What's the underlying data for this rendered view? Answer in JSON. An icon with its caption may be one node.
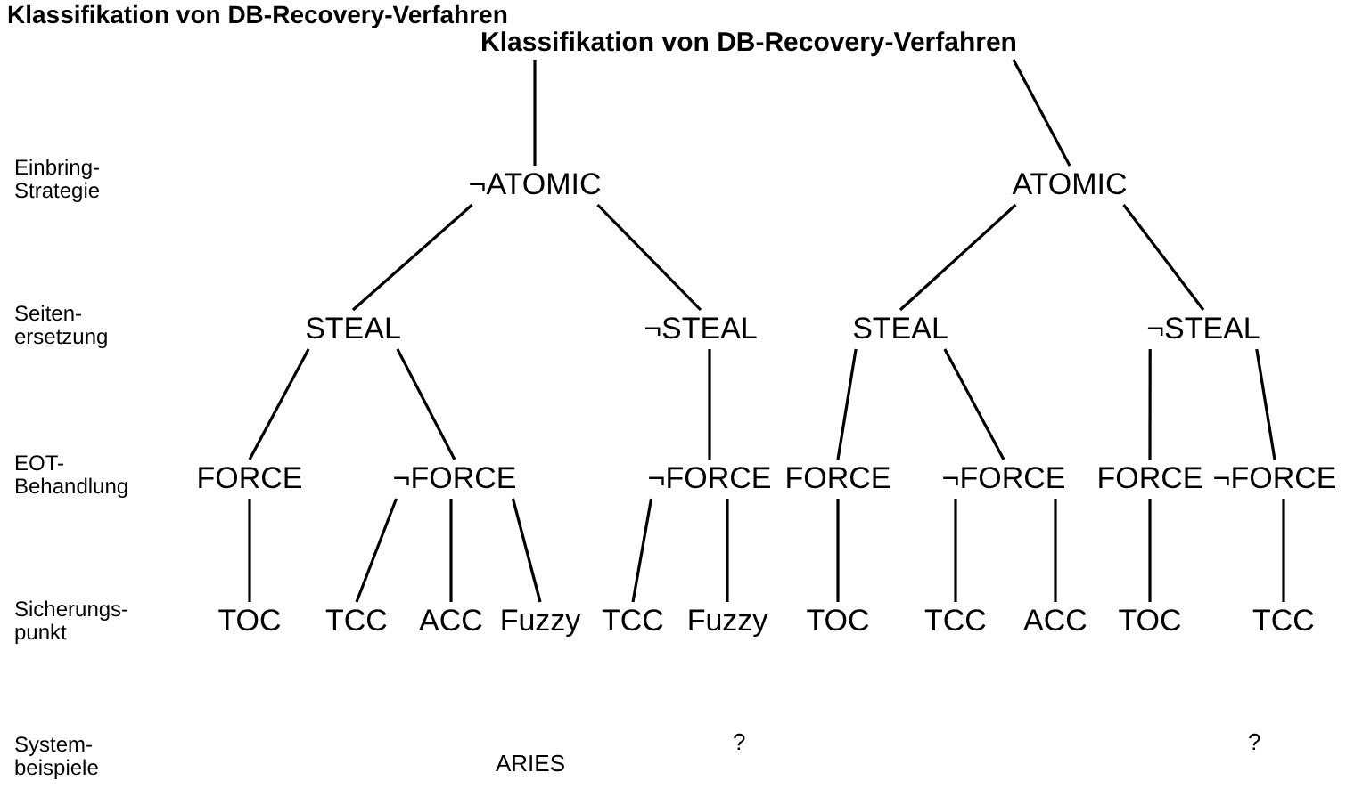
{
  "diagram": {
    "title": "Klassifikation von DB-Recovery-Verfahren",
    "nodes": [
      {
        "text": [
          "Klassifikation von DB-Recovery-Verfahren"
        ]
      },
      {
        "text": [
          "¬ATOMIC"
        ]
      },
      {
        "text": [
          "ATOMIC"
        ]
      },
      {
        "text": [
          "STEAL"
        ]
      },
      {
        "text": [
          "¬STEAL"
        ]
      },
      {
        "text": [
          "STEAL"
        ]
      },
      {
        "text": [
          "¬STEAL"
        ]
      },
      {
        "text": [
          "FORCE"
        ]
      },
      {
        "text": [
          "¬FORCE"
        ]
      },
      {
        "text": [
          "¬FORCE"
        ]
      },
      {
        "text": [
          "FORCE"
        ]
      },
      {
        "text": [
          "¬FORCE"
        ]
      },
      {
        "text": [
          "FORCE"
        ]
      },
      {
        "text": [
          "¬FORCE"
        ]
      },
      {
        "text": [
          "TOC"
        ]
      },
      {
        "text": [
          "TCC"
        ]
      },
      {
        "text": [
          "ACC"
        ]
      },
      {
        "text": [
          "Fuzzy"
        ]
      },
      {
        "text": [
          "TCC"
        ]
      },
      {
        "text": [
          "Fuzzy"
        ]
      },
      {
        "text": [
          "TOC"
        ]
      },
      {
        "text": [
          "TCC"
        ]
      },
      {
        "text": [
          "ACC"
        ]
      },
      {
        "text": [
          "TOC"
        ]
      },
      {
        "text": [
          "TCC"
        ]
      }
    ],
    "edges": [
      {
        "from": 0,
        "to": 1,
        "arrow": "none"
      },
      {
        "from": 0,
        "to": 2,
        "arrow": "none"
      },
      {
        "from": 1,
        "to": 3,
        "arrow": "none"
      },
      {
        "from": 1,
        "to": 4,
        "arrow": "none"
      },
      {
        "from": 2,
        "to": 5,
        "arrow": "none"
      },
      {
        "from": 2,
        "to": 6,
        "arrow": "none"
      },
      {
        "from": 3,
        "to": 7,
        "arrow": "none"
      },
      {
        "from": 3,
        "to": 8,
        "arrow": "none"
      },
      {
        "from": 4,
        "to": 9,
        "arrow": "none"
      },
      {
        "from": 5,
        "to": 10,
        "arrow": "none"
      },
      {
        "from": 5,
        "to": 11,
        "arrow": "none"
      },
      {
        "from": 6,
        "to": 12,
        "arrow": "none"
      },
      {
        "from": 6,
        "to": 13,
        "arrow": "none"
      },
      {
        "from": 7,
        "to": 14,
        "arrow": "none"
      },
      {
        "from": 8,
        "to": 15,
        "arrow": "none"
      },
      {
        "from": 8,
        "to": 16,
        "arrow": "none"
      },
      {
        "from": 8,
        "to": 17,
        "arrow": "none"
      },
      {
        "from": 9,
        "to": 18,
        "arrow": "none"
      },
      {
        "from": 9,
        "to": 19,
        "arrow": "none"
      },
      {
        "from": 10,
        "to": 20,
        "arrow": "none"
      },
      {
        "from": 11,
        "to": 21,
        "arrow": "none"
      },
      {
        "from": 11,
        "to": 22,
        "arrow": "none"
      },
      {
        "from": 12,
        "to": 23,
        "arrow": "none"
      },
      {
        "from": 13,
        "to": 24,
        "arrow": "none"
      }
    ],
    "labels": [
      "Einbring- Strategie",
      "Seiten- ersetzung",
      "EOT- Behandlung",
      "Sicherungs- punkt",
      "System- beispiele",
      "ARIES",
      "?",
      "?"
    ]
  }
}
